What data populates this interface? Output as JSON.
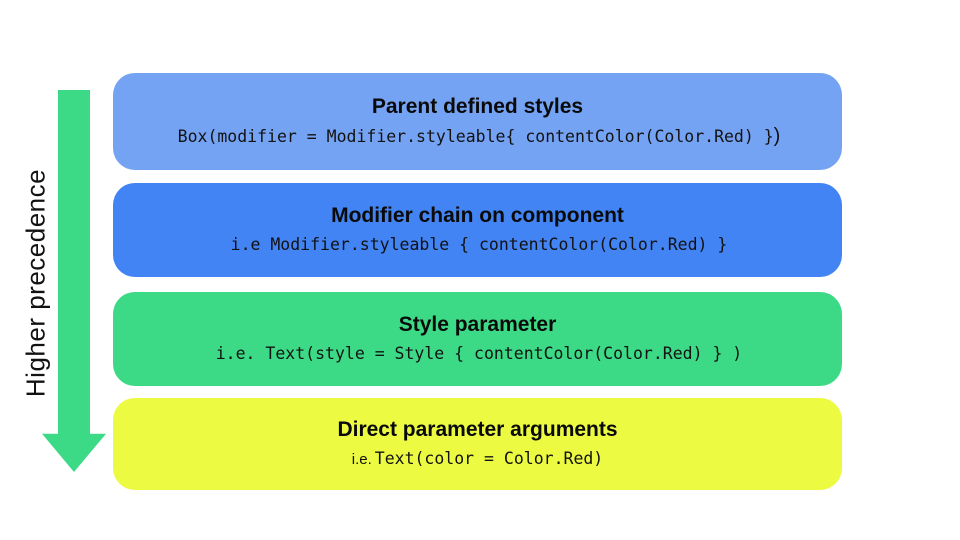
{
  "background_color": "#ffffff",
  "arrow": {
    "label": "Higher precedence",
    "color": "#3cda86"
  },
  "boxes": [
    {
      "title": "Parent defined styles",
      "code_prefix": "",
      "code": "Box(modifier = Modifier.styleable{ contentColor(Color.Red) }",
      "code_suffix": ")",
      "color": "#75a3f3"
    },
    {
      "title": "Modifier chain on component",
      "code_prefix": "",
      "code": "i.e Modifier.styleable { contentColor(Color.Red) }",
      "code_suffix": "",
      "color": "#4284f3"
    },
    {
      "title": "Style parameter",
      "code_prefix": "",
      "code": "i.e. Text(style = Style { contentColor(Color.Red) } )",
      "code_suffix": "",
      "color": "#3cda86"
    },
    {
      "title": "Direct parameter arguments",
      "code_prefix": "i.e.",
      "code": "Text(color = Color.Red)",
      "code_suffix": "",
      "color": "#ecfa41"
    }
  ]
}
